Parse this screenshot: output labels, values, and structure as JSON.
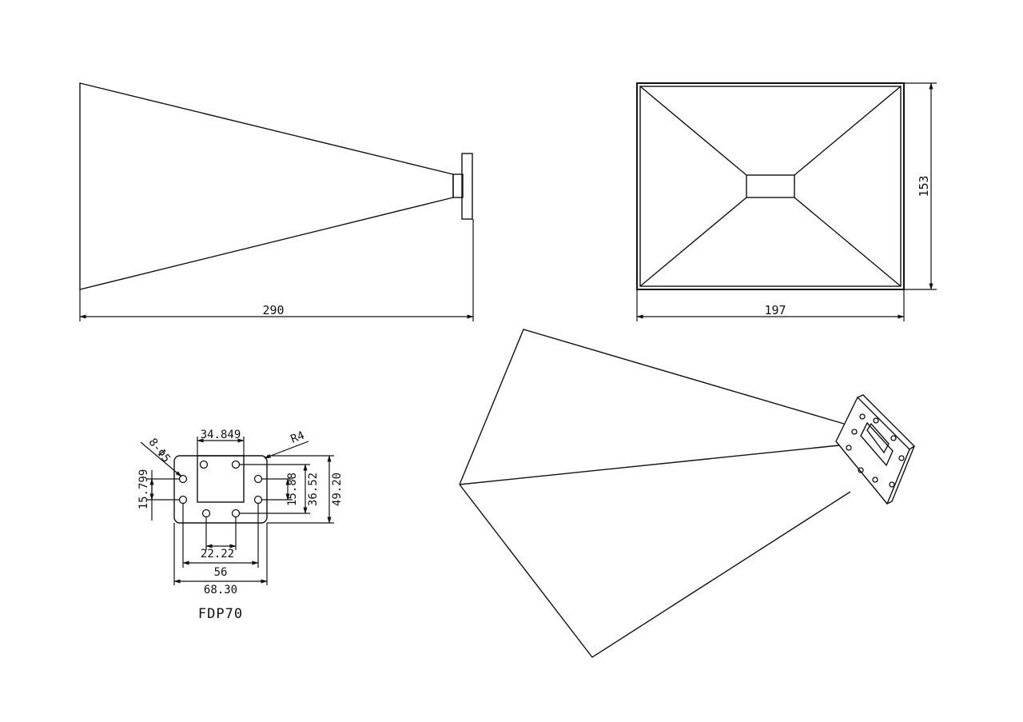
{
  "side_view": {
    "length_label": "290"
  },
  "front_view": {
    "width_label": "197",
    "height_label": "153"
  },
  "flange": {
    "holes_label": "8-Φ5",
    "radius_label": "R4",
    "dims": {
      "top_width": "34.849",
      "left_height": "15.799",
      "inner_height_a": "15.88",
      "inner_height_b": "36.52",
      "outer_height": "49.20",
      "bottom_spacing": "22.22",
      "hole_span": "56",
      "outer_width": "68.30"
    },
    "model": "FDP70"
  },
  "colors": {
    "line": "#111111",
    "background": "#ffffff"
  }
}
